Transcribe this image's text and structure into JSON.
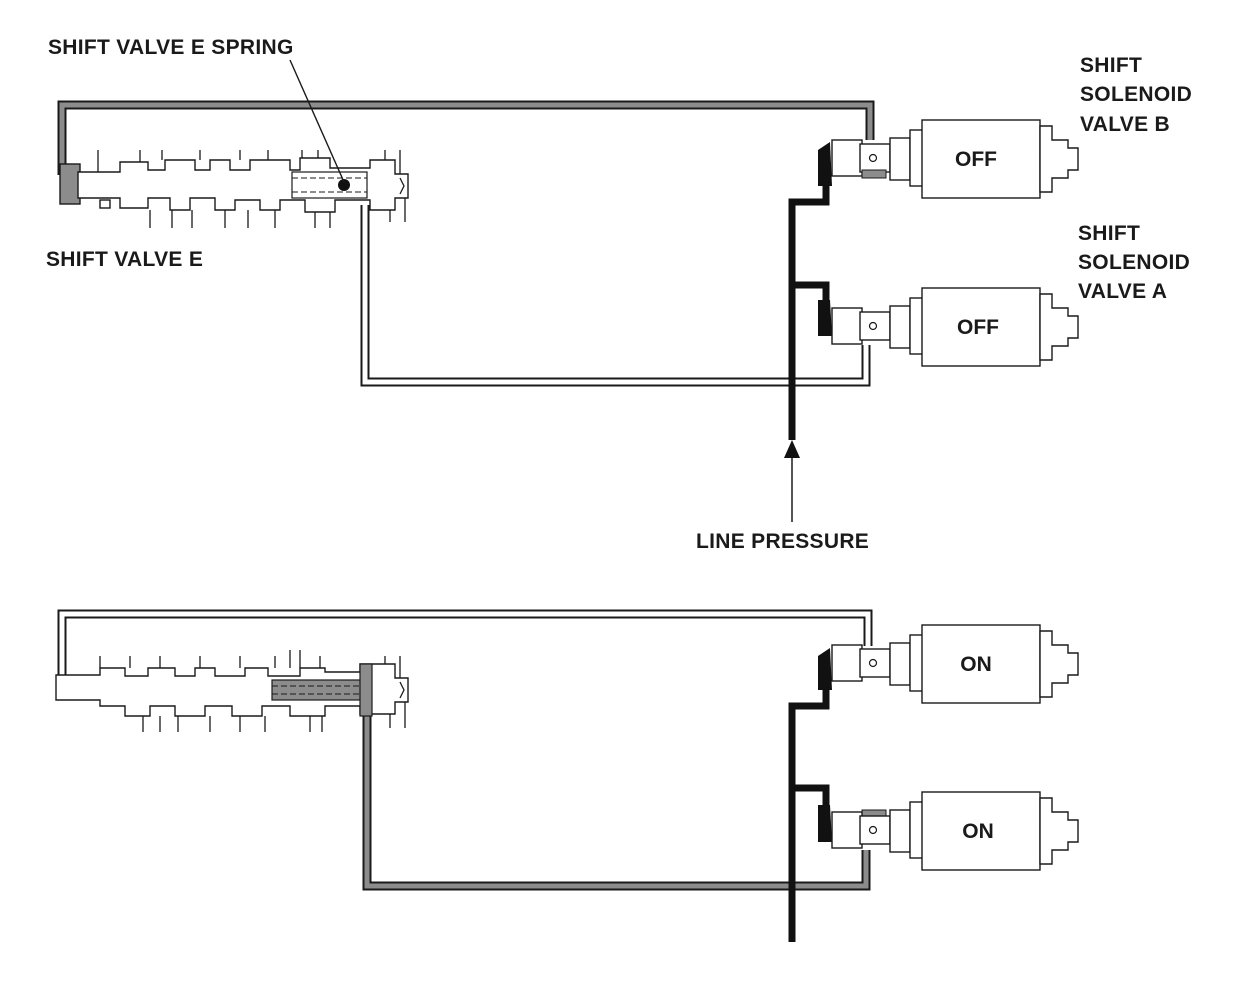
{
  "labels": {
    "spring": "SHIFT VALVE E SPRING",
    "shift_valve": "SHIFT VALVE E",
    "solenoid_b": [
      "SHIFT",
      "SOLENOID",
      "VALVE B"
    ],
    "solenoid_a": [
      "SHIFT",
      "SOLENOID",
      "VALVE A"
    ],
    "line_pressure": "LINE PRESSURE"
  },
  "states": {
    "top_b": "OFF",
    "top_a": "OFF",
    "bottom_b": "ON",
    "bottom_a": "ON"
  },
  "colors": {
    "line_pressure": "#111111",
    "signal_pressure": "#8c8c8c",
    "outline": "#1a1a1a"
  }
}
